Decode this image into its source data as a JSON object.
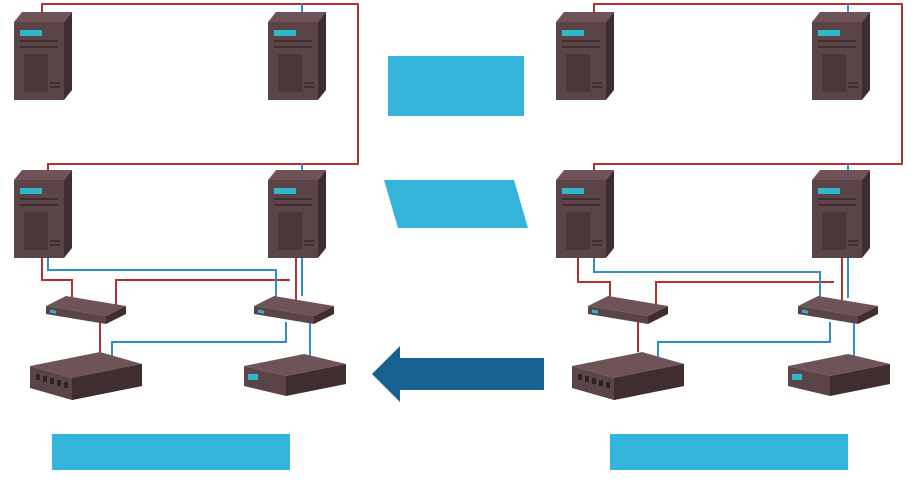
{
  "diagram": {
    "colors": {
      "red_link": "#b5302e",
      "blue_link": "#2e8fc2",
      "accent_box": "#33b5db",
      "arrow": "#17628f",
      "device_body": "#5a4447",
      "device_dark": "#3f2d30",
      "device_top": "#6e5457",
      "screen": "#2fb8c7"
    },
    "panels": [
      {
        "side": "left",
        "devices": [
          "server",
          "server",
          "server",
          "server",
          "switch",
          "switch",
          "storage-array",
          "storage-unit"
        ],
        "caption": ""
      },
      {
        "side": "right",
        "devices": [
          "server",
          "server",
          "server",
          "server",
          "switch",
          "switch",
          "storage-array",
          "storage-unit"
        ],
        "caption": ""
      }
    ],
    "middle": {
      "top_box": "",
      "parallelogram_box": "",
      "arrow_direction": "left"
    }
  }
}
